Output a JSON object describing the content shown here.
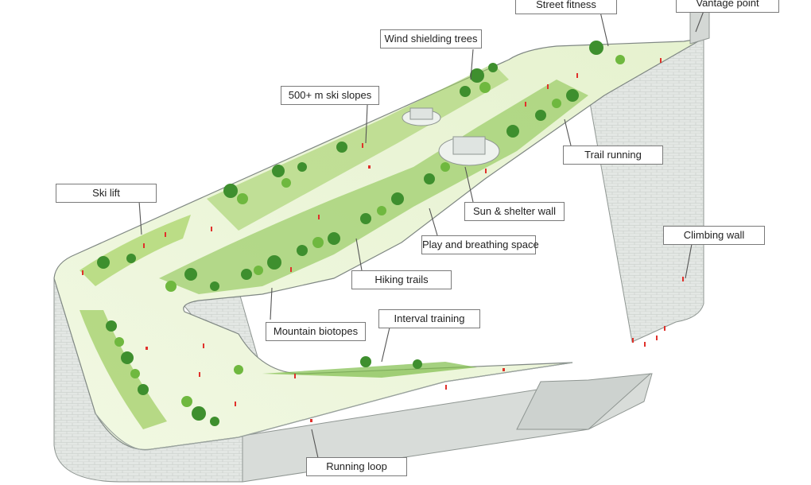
{
  "labels": {
    "street_fitness": "Street fitness",
    "vantage_point": "Vantage point",
    "wind_shielding_trees": "Wind shielding trees",
    "ski_slopes": "500+ m ski slopes",
    "trail_running": "Trail running",
    "ski_lift": "Ski lift",
    "sun_shelter_wall": "Sun & shelter wall",
    "climbing_wall": "Climbing wall",
    "play_breathing_space": "Play and breathing space",
    "hiking_trails": "Hiking trails",
    "mountain_biotopes": "Mountain biotopes",
    "interval_training": "Interval training",
    "running_loop": "Running loop"
  },
  "colors": {
    "roof_surface": "#eef6dc",
    "vegetation_dark": "#3e8f2e",
    "vegetation_mid": "#6fb83f",
    "vegetation_light": "#a9d46a",
    "facade": "#dfe3e0",
    "facade_shade": "#c7ccc9",
    "people_markers": "#e0312b",
    "callout_border": "#7a7a7a"
  }
}
